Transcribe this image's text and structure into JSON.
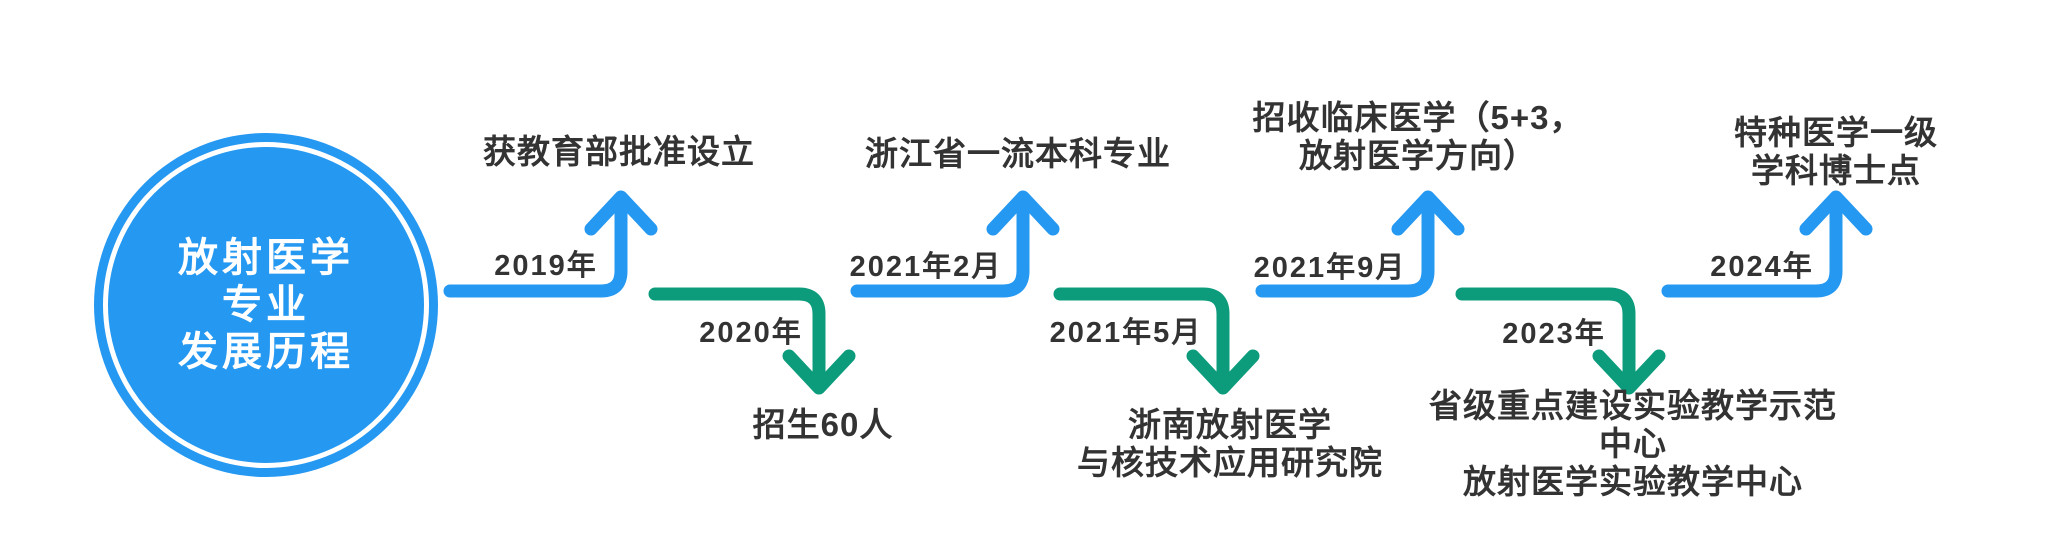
{
  "title_circle": {
    "line1": "放射医学",
    "line2": "专业",
    "line3": "发展历程"
  },
  "colors": {
    "blue": "#2598f2",
    "green": "#0c9c7c",
    "text": "#333333",
    "circle_text": "#ffffff"
  },
  "events": [
    {
      "year": "2019年",
      "label": "获教育部批准设立",
      "direction": "up"
    },
    {
      "year": "2020年",
      "label": "招生60人",
      "direction": "down"
    },
    {
      "year": "2021年2月",
      "label": "浙江省一流本科专业",
      "direction": "up"
    },
    {
      "year": "2021年5月",
      "label": "浙南放射医学\n与核技术应用研究院",
      "direction": "down"
    },
    {
      "year": "2021年9月",
      "label": "招收临床医学（5+3，\n放射医学方向）",
      "direction": "up"
    },
    {
      "year": "2023年",
      "label": "省级重点建设实验教学示范中心\n放射医学实验教学中心",
      "direction": "down"
    },
    {
      "year": "2024年",
      "label": "特种医学一级学科博士点",
      "direction": "up"
    }
  ]
}
